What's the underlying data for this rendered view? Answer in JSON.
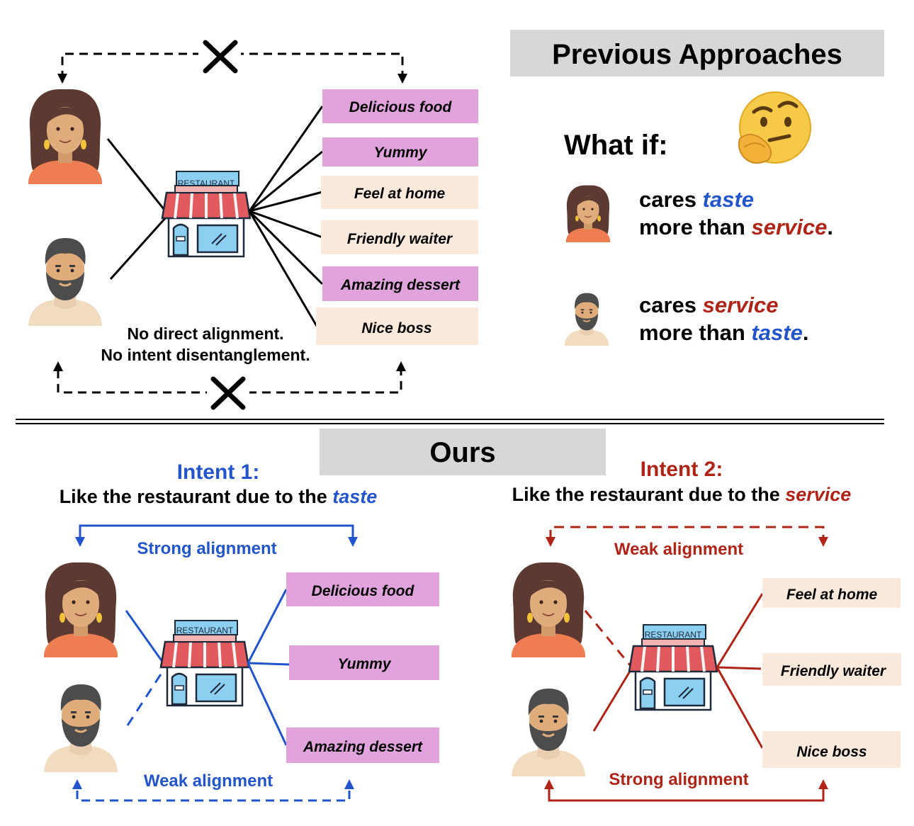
{
  "top": {
    "header": "Previous Approaches",
    "what_if": "What if:",
    "thinking_emoji": "thinking-face-icon",
    "woman_line1_prefix": "cares ",
    "woman_line1_emph": "taste",
    "woman_line2_prefix": "more than ",
    "woman_line2_emph": "service",
    "woman_line2_suffix": ".",
    "man_line1_prefix": "cares ",
    "man_line1_emph": "service",
    "man_line2_prefix": "more than ",
    "man_line2_emph": "taste",
    "man_line2_suffix": ".",
    "note_line1": "No direct alignment.",
    "note_line2": "No intent disentanglement.",
    "restaurant_sign": "RESTAURANT",
    "attributes": [
      "Delicious food",
      "Yummy",
      "Feel at home",
      "Friendly waiter",
      "Amazing dessert",
      "Nice boss"
    ]
  },
  "bottom": {
    "header": "Ours",
    "intent1_title": "Intent 1:",
    "intent1_desc_prefix": "Like the restaurant due to the ",
    "intent1_desc_emph": "taste",
    "intent1_top_label": "Strong alignment",
    "intent1_bottom_label": "Weak alignment",
    "intent1_attributes": [
      "Delicious food",
      "Yummy",
      "Amazing dessert"
    ],
    "intent2_title": "Intent 2:",
    "intent2_desc_prefix": "Like the restaurant due to the ",
    "intent2_desc_emph": "service",
    "intent2_top_label": "Weak alignment",
    "intent2_bottom_label": "Strong alignment",
    "intent2_attributes": [
      "Feel at home",
      "Friendly waiter",
      "Nice boss"
    ],
    "restaurant_sign": "RESTAURANT"
  },
  "colors": {
    "taste_blue": "#2255cc",
    "service_red": "#b02418",
    "pink_box": "#e0a3dc",
    "cream_box": "#fbeadb",
    "header_gray": "#d7d7d7",
    "skin": "#e0ac7c",
    "woman_hair": "#5c3a32",
    "woman_shirt": "#ee7e52",
    "man_hair": "#4c4c4c",
    "man_shirt": "#f2dcc0",
    "awning_red": "#e05a5e",
    "shop_blue": "#8ccff0"
  }
}
